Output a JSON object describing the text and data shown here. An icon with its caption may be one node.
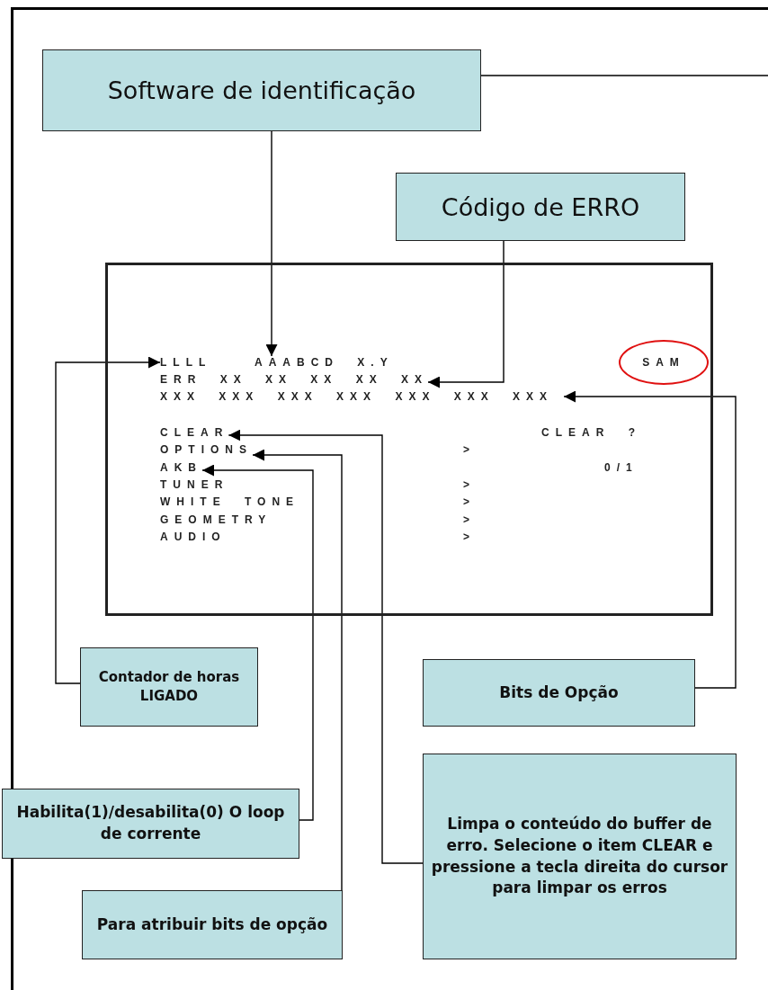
{
  "diagram": {
    "nodes": [
      {
        "text": [
          "Software de identificação"
        ]
      },
      {
        "text": [
          "Código de ERRO"
        ]
      },
      {
        "text": [],
        "shape": "box"
      },
      {
        "text": [
          "LLLL"
        ],
        "in": 2
      },
      {
        "text": [
          "AAABCD X.Y"
        ],
        "in": 2
      },
      {
        "text": [
          "SAM"
        ],
        "in": 2
      },
      {
        "text": [
          "ERR XX XX XX XX XX"
        ],
        "in": 2
      },
      {
        "text": [
          "XXX XXX XXX XXX XXX XXX XXX"
        ],
        "in": 2
      },
      {
        "text": [
          "CLEAR"
        ],
        "in": 2
      },
      {
        "text": [
          "OPTIONS"
        ],
        "in": 2
      },
      {
        "text": [
          "AKB"
        ],
        "in": 2
      },
      {
        "text": [
          "Contador de horas LIGADO"
        ]
      },
      {
        "text": [
          "Bits de Opção"
        ]
      },
      {
        "text": [
          "Habilita(1)/desabilita(0) O loop de corrente"
        ]
      },
      {
        "text": [
          "Limpa o conteúdo do buffer de erro. Selecione o item CLEAR e pressione a tecla direita do cursor para limpar os erros"
        ]
      },
      {
        "text": [
          "Para atribuir bits de opção"
        ]
      }
    ],
    "edges": [
      {
        "from": 0,
        "to": 4,
        "arrow": "to"
      },
      {
        "from": 1,
        "to": 6,
        "arrow": "to"
      },
      {
        "from": 11,
        "to": 3,
        "arrow": "to"
      },
      {
        "from": 12,
        "to": 7,
        "arrow": "to"
      },
      {
        "from": 14,
        "to": 8,
        "arrow": "to"
      },
      {
        "from": 15,
        "to": 9,
        "arrow": "to"
      },
      {
        "from": 13,
        "to": 10,
        "arrow": "to"
      }
    ],
    "labels": [
      "CLEAR ?",
      ">",
      "0/1",
      "TUNER",
      ">",
      "WHITE TONE",
      ">",
      "GEOMETRY",
      ">",
      "AUDIO",
      ">"
    ]
  }
}
